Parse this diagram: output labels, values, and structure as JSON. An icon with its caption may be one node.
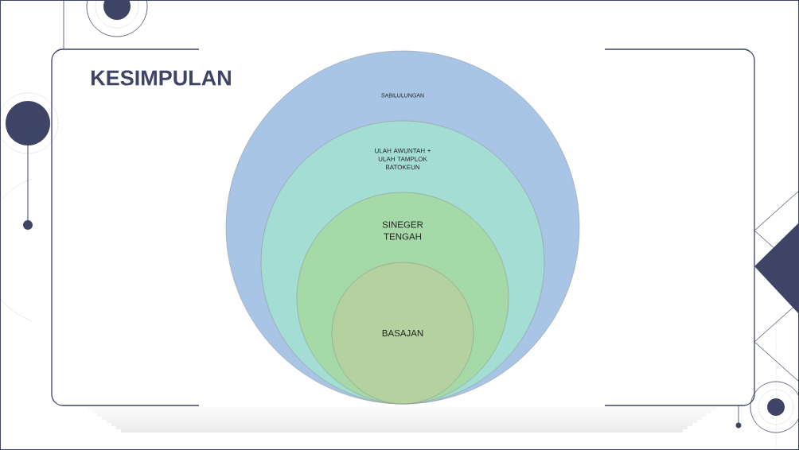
{
  "diagram": {
    "title": "KESIMPULAN",
    "nodes": [
      {
        "text": [
          "SABILULUNGAN"
        ]
      },
      {
        "text": [
          "ULAH AWUNTAH + ULAH TAMPLOK BATOKEUN"
        ],
        "in": 0
      },
      {
        "text": [
          "SINEGER TENGAH"
        ],
        "in": 1
      },
      {
        "text": [
          "BASAJAN"
        ],
        "in": 2
      }
    ]
  }
}
